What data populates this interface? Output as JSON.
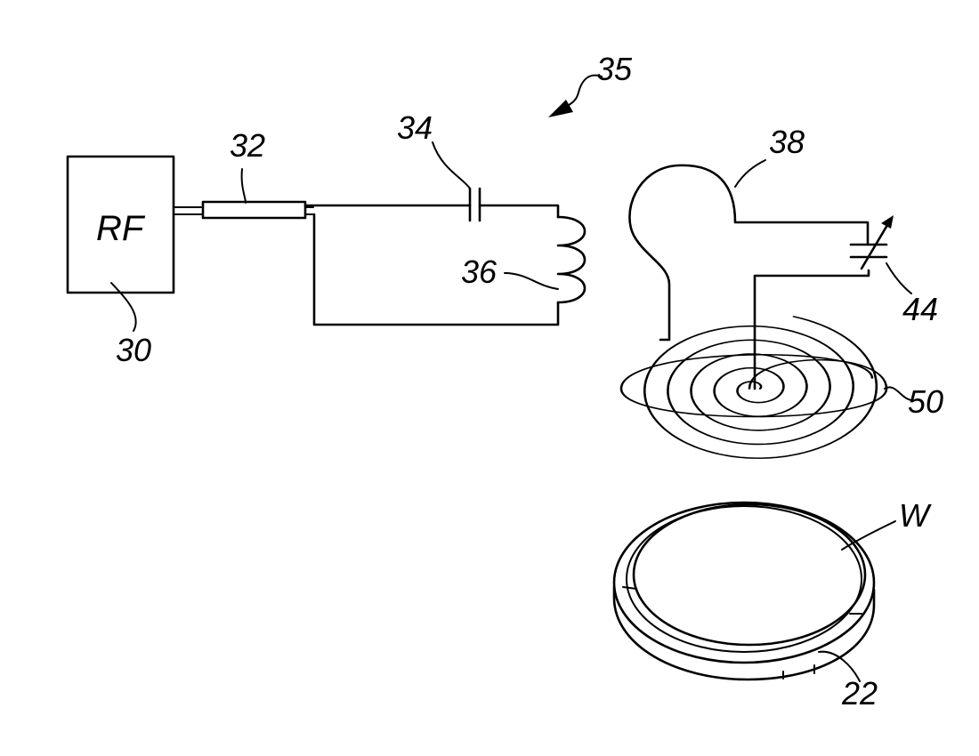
{
  "diagram": {
    "box_label": "RF",
    "labels": {
      "ref_30": "30",
      "ref_32": "32",
      "ref_34": "34",
      "ref_35": "35",
      "ref_36": "36",
      "ref_38": "38",
      "ref_44": "44",
      "ref_50": "50",
      "ref_w": "W",
      "ref_22": "22"
    }
  },
  "colors": {
    "ink": "#000000",
    "paper": "#ffffff"
  }
}
